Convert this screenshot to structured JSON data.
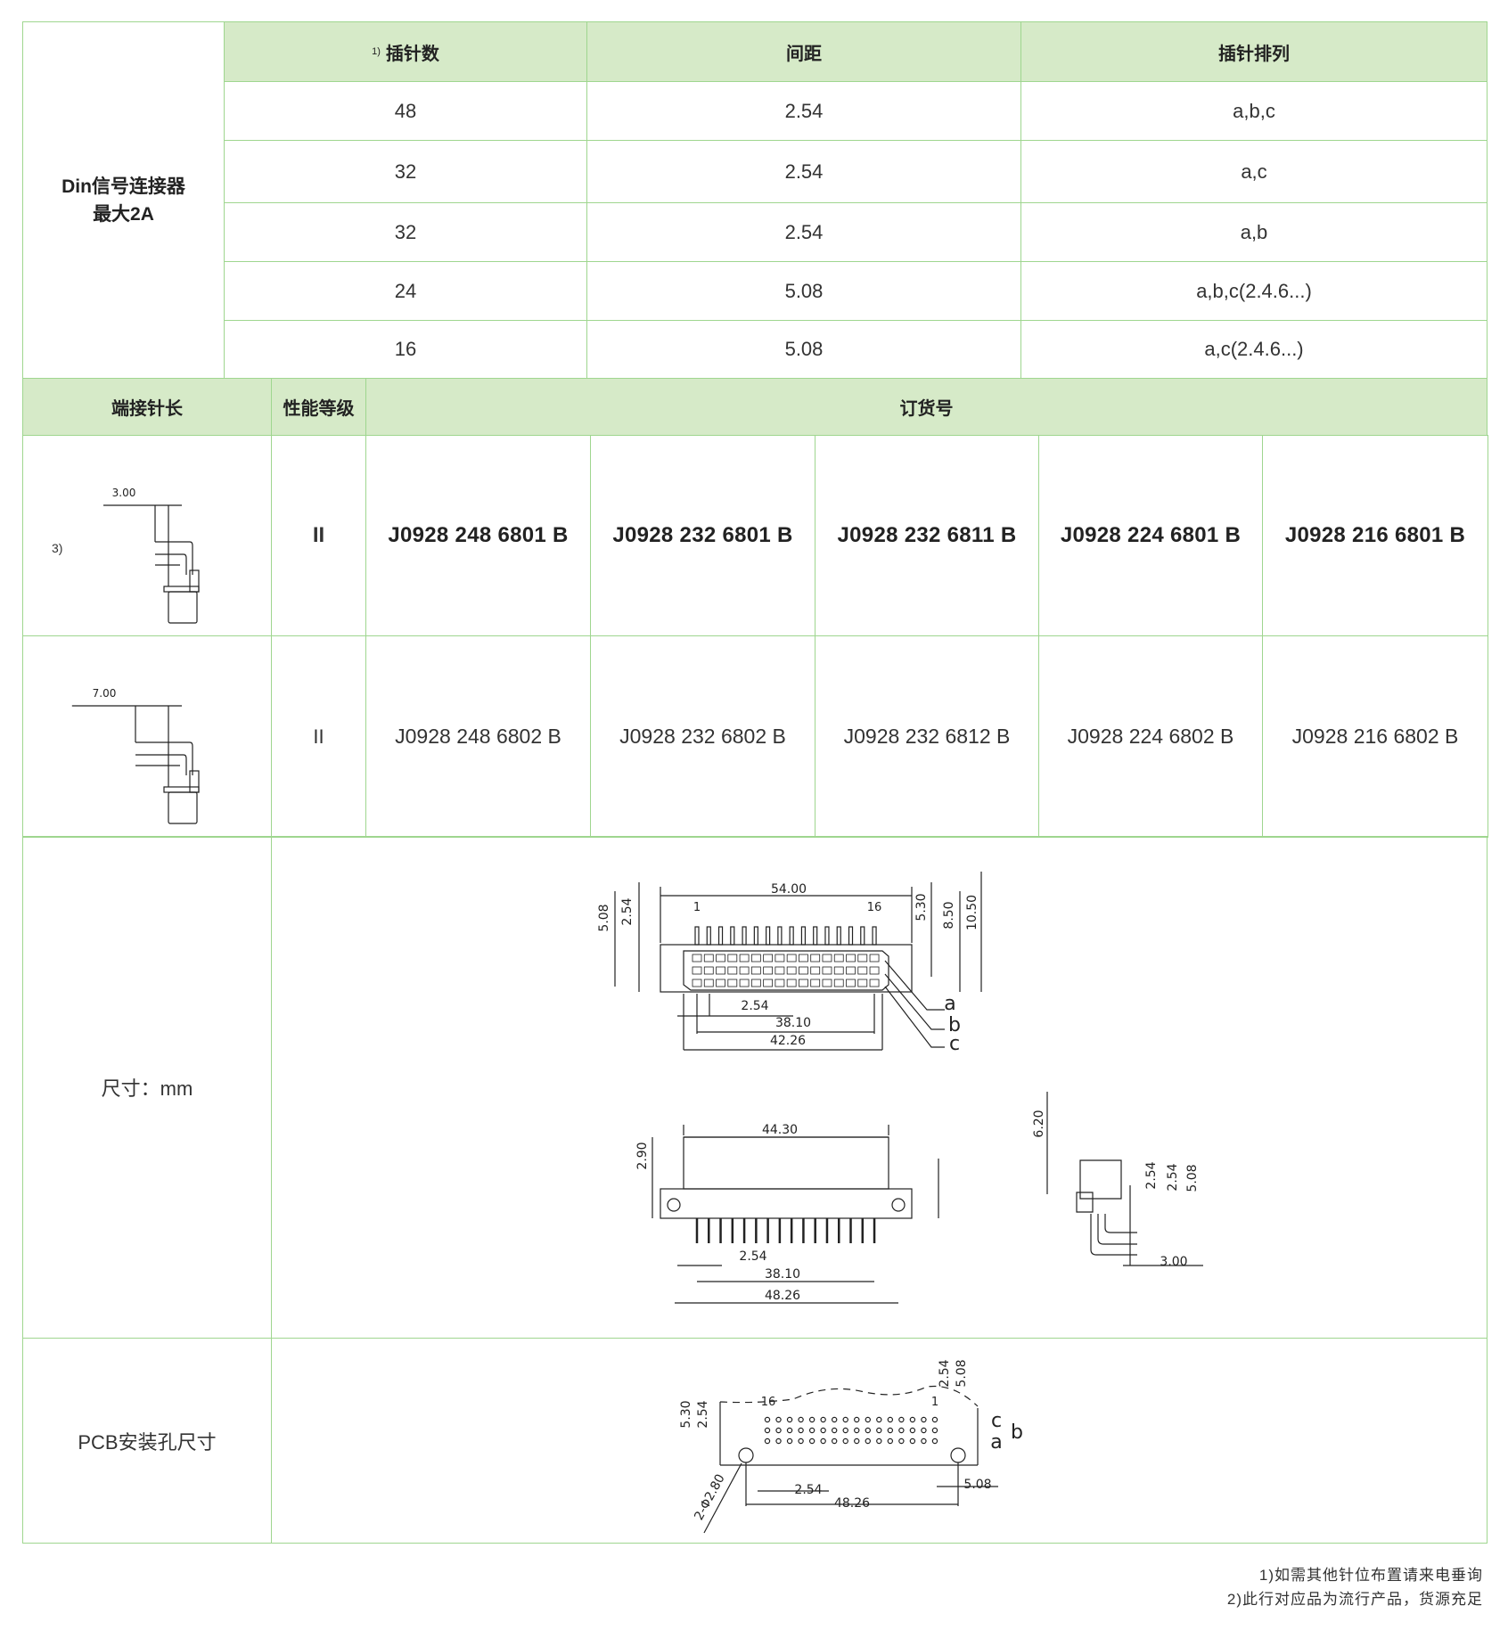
{
  "colors": {
    "border": "#9fd68f",
    "header_bg": "#d6eac8",
    "text": "#333333"
  },
  "spec_table": {
    "title_line1": "Din信号连接器",
    "title_line2": "最大2A",
    "headers": {
      "note": "1)",
      "pins": "插针数",
      "pitch": "间距",
      "arrangement": "插针排列"
    },
    "rows": [
      {
        "pins": "48",
        "pitch": "2.54",
        "arrangement": "a,b,c"
      },
      {
        "pins": "32",
        "pitch": "2.54",
        "arrangement": "a,c"
      },
      {
        "pins": "32",
        "pitch": "2.54",
        "arrangement": "a,b"
      },
      {
        "pins": "24",
        "pitch": "5.08",
        "arrangement": "a,b,c(2.4.6...)"
      },
      {
        "pins": "16",
        "pitch": "5.08",
        "arrangement": "a,c(2.4.6...)"
      }
    ]
  },
  "order_table": {
    "headers": {
      "tail_length": "端接针长",
      "class": "性能等级",
      "order_no": "订货号"
    },
    "rows": [
      {
        "note": "3)",
        "tail_dim": "3.00",
        "class": "II",
        "parts": [
          "J0928 248 6801 B",
          "J0928 232 6801 B",
          "J0928 232 6811 B",
          "J0928 224 6801 B",
          "J0928 216 6801 B"
        ]
      },
      {
        "note": "",
        "tail_dim": "7.00",
        "class": "II",
        "parts": [
          "J0928 248 6802 B",
          "J0928 232 6802 B",
          "J0928 232 6812 B",
          "J0928 224 6802 B",
          "J0928 216 6802 B"
        ]
      }
    ]
  },
  "dimensions": {
    "label": "尺寸：mm",
    "front": {
      "width": "54.00",
      "pin_first": "1",
      "pin_last": "16",
      "d508": "5.08",
      "d254": "2.54",
      "d530": "5.30",
      "d850": "8.50",
      "d1050": "10.50",
      "pitch": "2.54",
      "span": "38.10",
      "body": "42.26",
      "row_a": "a",
      "row_b": "b",
      "row_c": "c"
    },
    "top": {
      "body": "44.30",
      "height": "2.90",
      "pitch": "2.54",
      "span": "38.10",
      "flange": "48.26"
    },
    "side": {
      "height": "6.20",
      "d254a": "2.54",
      "d254b": "2.54",
      "d508": "5.08",
      "tail": "3.00"
    }
  },
  "pcb": {
    "label": "PCB安装孔尺寸",
    "pin_first": "16",
    "pin_last": "1",
    "d530": "5.30",
    "d254": "2.54",
    "d254r": "2.54",
    "d508r": "5.08",
    "row_c": "c",
    "row_b": "b",
    "row_a": "a",
    "pitch": "2.54",
    "holes": "48.26",
    "offset": "5.08",
    "hole_dia": "2-Φ2.80"
  },
  "footnotes": [
    "1)如需其他针位布置请来电垂询",
    "2)此行对应品为流行产品，货源充足"
  ]
}
